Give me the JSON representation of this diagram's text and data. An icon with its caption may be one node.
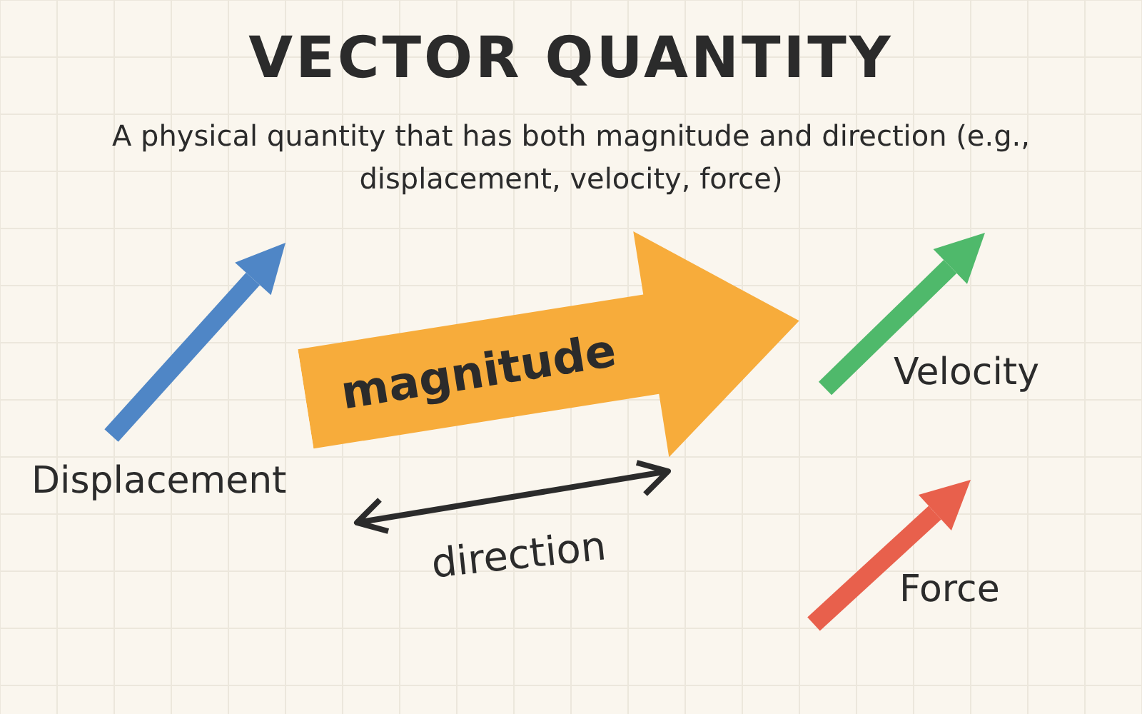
{
  "diagram": {
    "title": "VECTOR QUANTITY",
    "nodes": [
      {
        "text": [
          "magnitude"
        ]
      }
    ],
    "labels": [
      "A physical quantity that has both magnitude and direction (e.g., displacement, velocity, force)",
      "Displacement",
      "direction",
      "Velocity",
      "Force"
    ]
  }
}
